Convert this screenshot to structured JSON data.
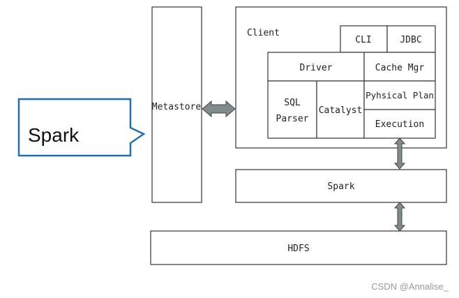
{
  "callout": {
    "label": "Spark",
    "border_color": "#1f6fb4"
  },
  "metastore": {
    "label": "Metastore"
  },
  "client": {
    "label": "Client",
    "cli": "CLI",
    "jdbc": "JDBC",
    "driver": "Driver",
    "cache_mgr": "Cache Mgr",
    "sql_parser_line1": "SQL",
    "sql_parser_line2": "Parser",
    "catalyst": "Catalyst",
    "physical_plan": "Pyhsical Plan",
    "execution": "Execution"
  },
  "spark_layer": {
    "label": "Spark"
  },
  "hdfs_layer": {
    "label": "HDFS"
  },
  "watermark": {
    "text": "CSDN @Annalise_"
  },
  "colors": {
    "line": "#333333",
    "arrow_fill": "#7f8c8d",
    "arrow_stroke": "#444444"
  }
}
